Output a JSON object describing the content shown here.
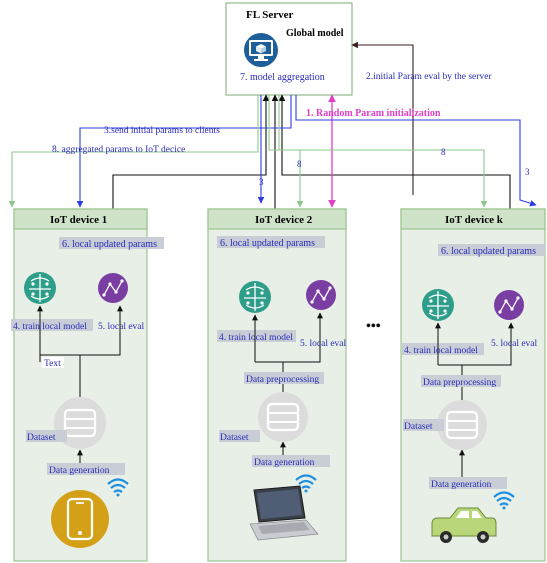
{
  "server": {
    "title": "FL Server",
    "model_label": "Global model",
    "aggregation_label": "7. model aggregation"
  },
  "steps": {
    "eval_by_server": "2.initial Param eval by the server",
    "random_init": "1. Random Param initialization",
    "send_initial": "3.send initial params to clients",
    "aggregated_params": "8. aggregated params to IoT decice",
    "num_8": "8",
    "num_3": "3"
  },
  "devices": [
    {
      "title": "IoT device 1",
      "updated": "6. local updated params",
      "train": "4. train local model",
      "eval": "5. local eval",
      "extra": "Text",
      "dataset": "Dataset",
      "generation": "Data generation",
      "device_icon": "smartphone-icon"
    },
    {
      "title": "IoT device 2",
      "updated": "6. local updated params",
      "train": "4. train local model",
      "eval": "5. local eval",
      "preprocessing": "Data preprocessing",
      "dataset": "Dataset",
      "generation": "Data generation",
      "device_icon": "laptop-icon"
    },
    {
      "title": "IoT device k",
      "updated": "6. local updated params",
      "train": "4. train local model",
      "eval": "5. local eval",
      "preprocessing": "Data preprocessing",
      "dataset": "Dataset",
      "generation": "Data generation",
      "device_icon": "car-icon"
    }
  ],
  "ellipsis": "•••",
  "colors": {
    "panel_fill": "#e8efe6",
    "panel_border": "#9bc48f",
    "header_fill": "#cfe3c8",
    "server_border": "#8fb88a",
    "blue_arrow": "#2d3ce6",
    "green_arrow": "#8ec98a",
    "magenta_arrow": "#e040c8",
    "dark_arrow": "#3a2020",
    "icon_teal": "#2e9e8a",
    "icon_purple": "#7a3ea3",
    "monitor_blue": "#1e5f99",
    "phone_gold": "#d4a017",
    "car_green": "#b9d77a",
    "wifi_blue": "#1e8fe0",
    "db_gray": "#dcdcdc",
    "label_bg": "#c9ced6"
  }
}
